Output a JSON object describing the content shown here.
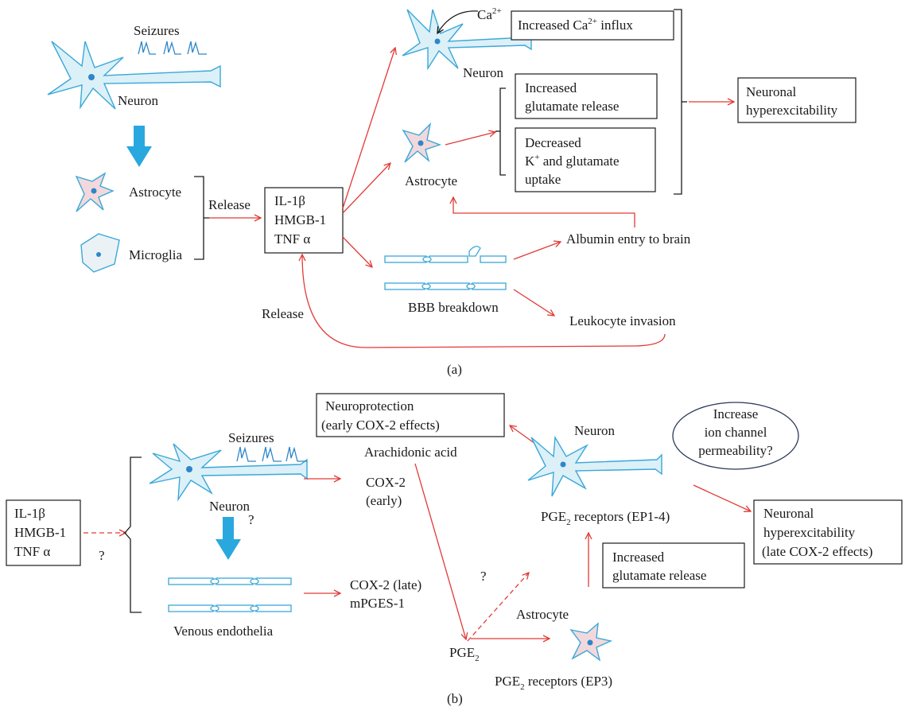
{
  "panel_a": {
    "caption": "(a)",
    "seizures": "Seizures",
    "neuron": "Neuron",
    "astrocyte": "Astrocyte",
    "microglia": "Microglia",
    "release": "Release",
    "cytokines": [
      "IL-1β",
      "HMGB-1",
      "TNF α"
    ],
    "ca": "Ca",
    "ca_sup": "2+",
    "ca_influx_pre": "Increased Ca",
    "ca_influx_post": " influx",
    "neuron_right": "Neuron",
    "glutamate_release": [
      "Increased",
      "glutamate release"
    ],
    "decreased_uptake_1": "Decreased",
    "decreased_uptake_k": "K",
    "decreased_uptake_ksup": "+",
    "decreased_uptake_2": " and glutamate",
    "decreased_uptake_3": "uptake",
    "astrocyte_right": "Astrocyte",
    "hyperexcitability": [
      "Neuronal",
      "hyperexcitability"
    ],
    "albumin": "Albumin entry to brain",
    "bbb": "BBB breakdown",
    "leukocyte": "Leukocyte invasion",
    "release_bottom": "Release"
  },
  "panel_b": {
    "caption": "(b)",
    "cytokines": [
      "IL-1β",
      "HMGB-1",
      "TNF α"
    ],
    "question": "?",
    "seizures": "Seizures",
    "neuron": "Neuron",
    "venous": "Venous endothelia",
    "neuroprotection": [
      "Neuroprotection",
      "(early COX-2 effects)"
    ],
    "arachidonic": "Arachidonic acid",
    "cox2_early": [
      "COX-2",
      "(early)"
    ],
    "cox2_late": [
      "COX-2 (late)",
      "mPGES-1"
    ],
    "pge2": "PGE",
    "sub2": "2",
    "neuron_right": "Neuron",
    "ion_channel": [
      "Increase",
      "ion channel",
      "permeability?"
    ],
    "pge2_receptors_prefix": "PGE",
    "pge2_receptors_suffix": " receptors (EP1-4)",
    "glutamate_release": [
      "Increased",
      "glutamate release"
    ],
    "astrocyte": "Astrocyte",
    "pge2_receptors_ep3_suffix": " receptors (EP3)",
    "hyperexcitability": [
      "Neuronal",
      "hyperexcitability",
      "(late COX-2 effects)"
    ]
  }
}
